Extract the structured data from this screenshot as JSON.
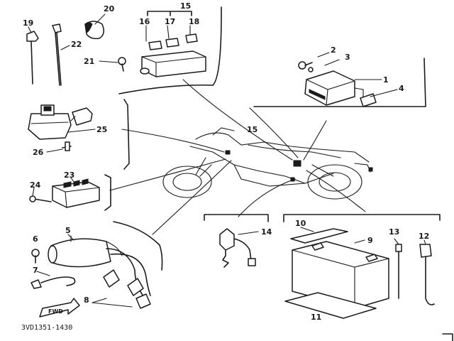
{
  "diagram": {
    "callouts": {
      "p1": "1",
      "p2": "2",
      "p3": "3",
      "p4": "4",
      "p5": "5",
      "p6": "6",
      "p7": "7",
      "p8": "8",
      "p9": "9",
      "p10": "10",
      "p11": "11",
      "p12": "12",
      "p13": "13",
      "p14": "14",
      "p15_top": "15",
      "p15_bike": "15",
      "p16": "16",
      "p17": "17",
      "p18": "18",
      "p19": "19",
      "p20": "20",
      "p21": "21",
      "p22": "22",
      "p23": "23",
      "p24": "24",
      "p25": "25",
      "p26": "26"
    },
    "fwd_label": "FWD",
    "figure_code": "3VD1351-1430"
  }
}
